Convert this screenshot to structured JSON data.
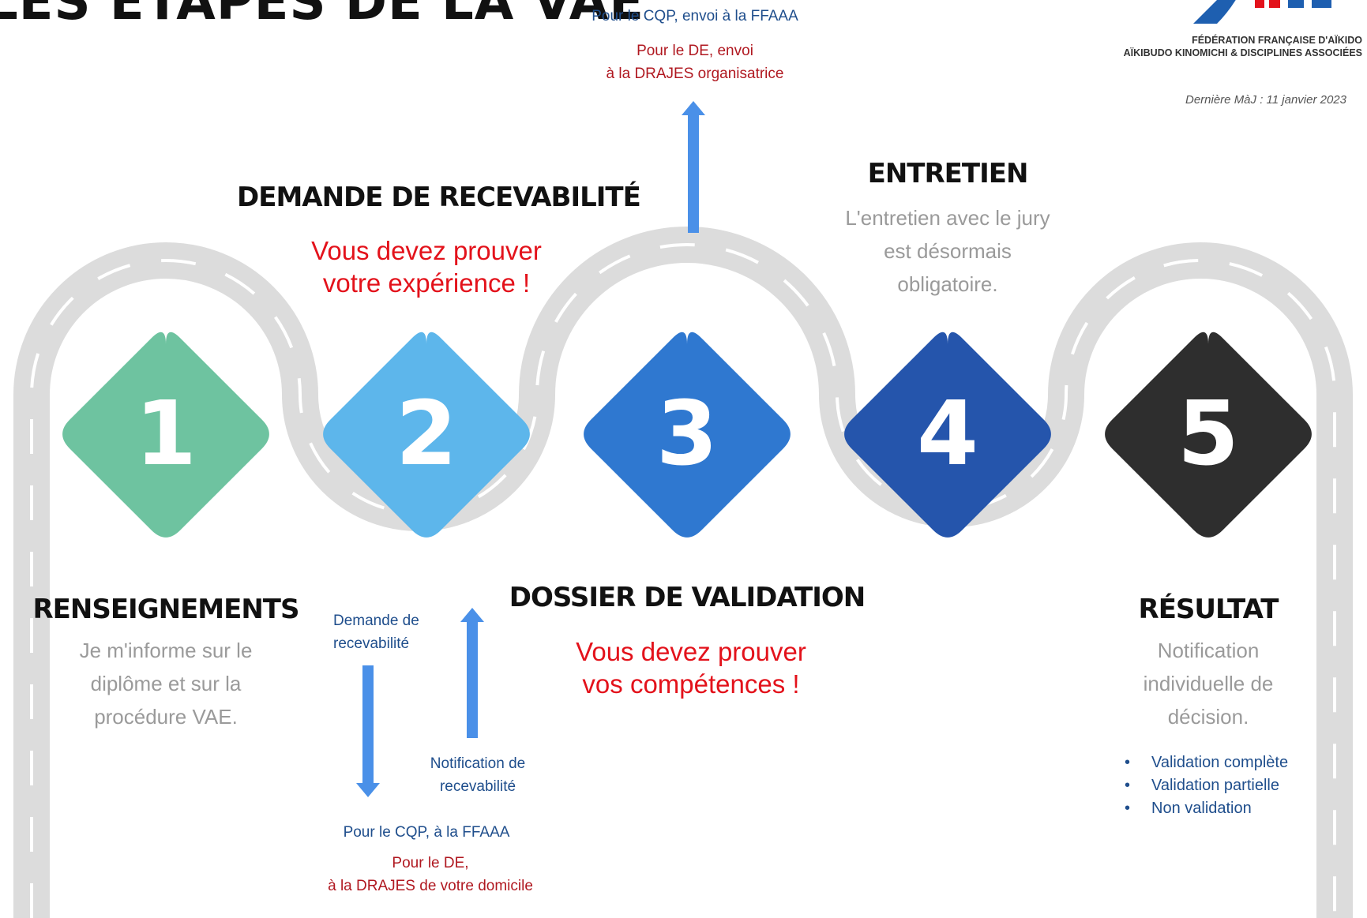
{
  "title": "LES ÉTAPES DE LA VAE",
  "logo": {
    "acronym": "ffaaa",
    "line1": "FÉDÉRATION FRANÇAISE D'AÏKIDO",
    "line2": "AÏKIBUDO KINOMICHI & DISCIPLINES ASSOCIÉES"
  },
  "updated": "Dernière MàJ : 11 janvier 2023",
  "colors": {
    "step1": "#6ec3a0",
    "step2": "#5db6eb",
    "step3": "#2f78d0",
    "step4": "#2555ac",
    "step5": "#2e2e2e",
    "road": "#dcdcdc",
    "arrow": "#4a90e8",
    "slogan": "#e3121b"
  },
  "steps": [
    {
      "number": "1",
      "heading": "RENSEIGNEMENTS",
      "description": [
        "Je m'informe sur le",
        "diplôme et sur la",
        "procédure VAE."
      ]
    },
    {
      "number": "2",
      "heading": "DEMANDE DE RECEVABILITÉ",
      "slogan": [
        "Vous devez prouver",
        "votre expérience !"
      ]
    },
    {
      "number": "3",
      "heading": "DOSSIER DE VALIDATION",
      "slogan": [
        "Vous devez prouver",
        "vos compétences !"
      ]
    },
    {
      "number": "4",
      "heading": "ENTRETIEN",
      "description": [
        "L'entretien avec le jury",
        "est désormais",
        "obligatoire."
      ]
    },
    {
      "number": "5",
      "heading": "RÉSULTAT",
      "description": [
        "Notification",
        "individuelle de",
        "décision."
      ],
      "outcomes": [
        "Validation complète",
        "Validation partielle",
        "Non validation"
      ]
    }
  ],
  "top_note": {
    "cqp": "Pour le CQP, envoi à la FFAAA",
    "de": [
      "Pour le DE, envoi",
      "à la DRAJES organisatrice"
    ]
  },
  "recevabilite": {
    "request_label": [
      "Demande de",
      "recevabilité"
    ],
    "notification_label": [
      "Notification de",
      "recevabilité"
    ],
    "cqp": "Pour le CQP, à la FFAAA",
    "de": [
      "Pour le DE,",
      "à la DRAJES de votre domicile"
    ]
  }
}
